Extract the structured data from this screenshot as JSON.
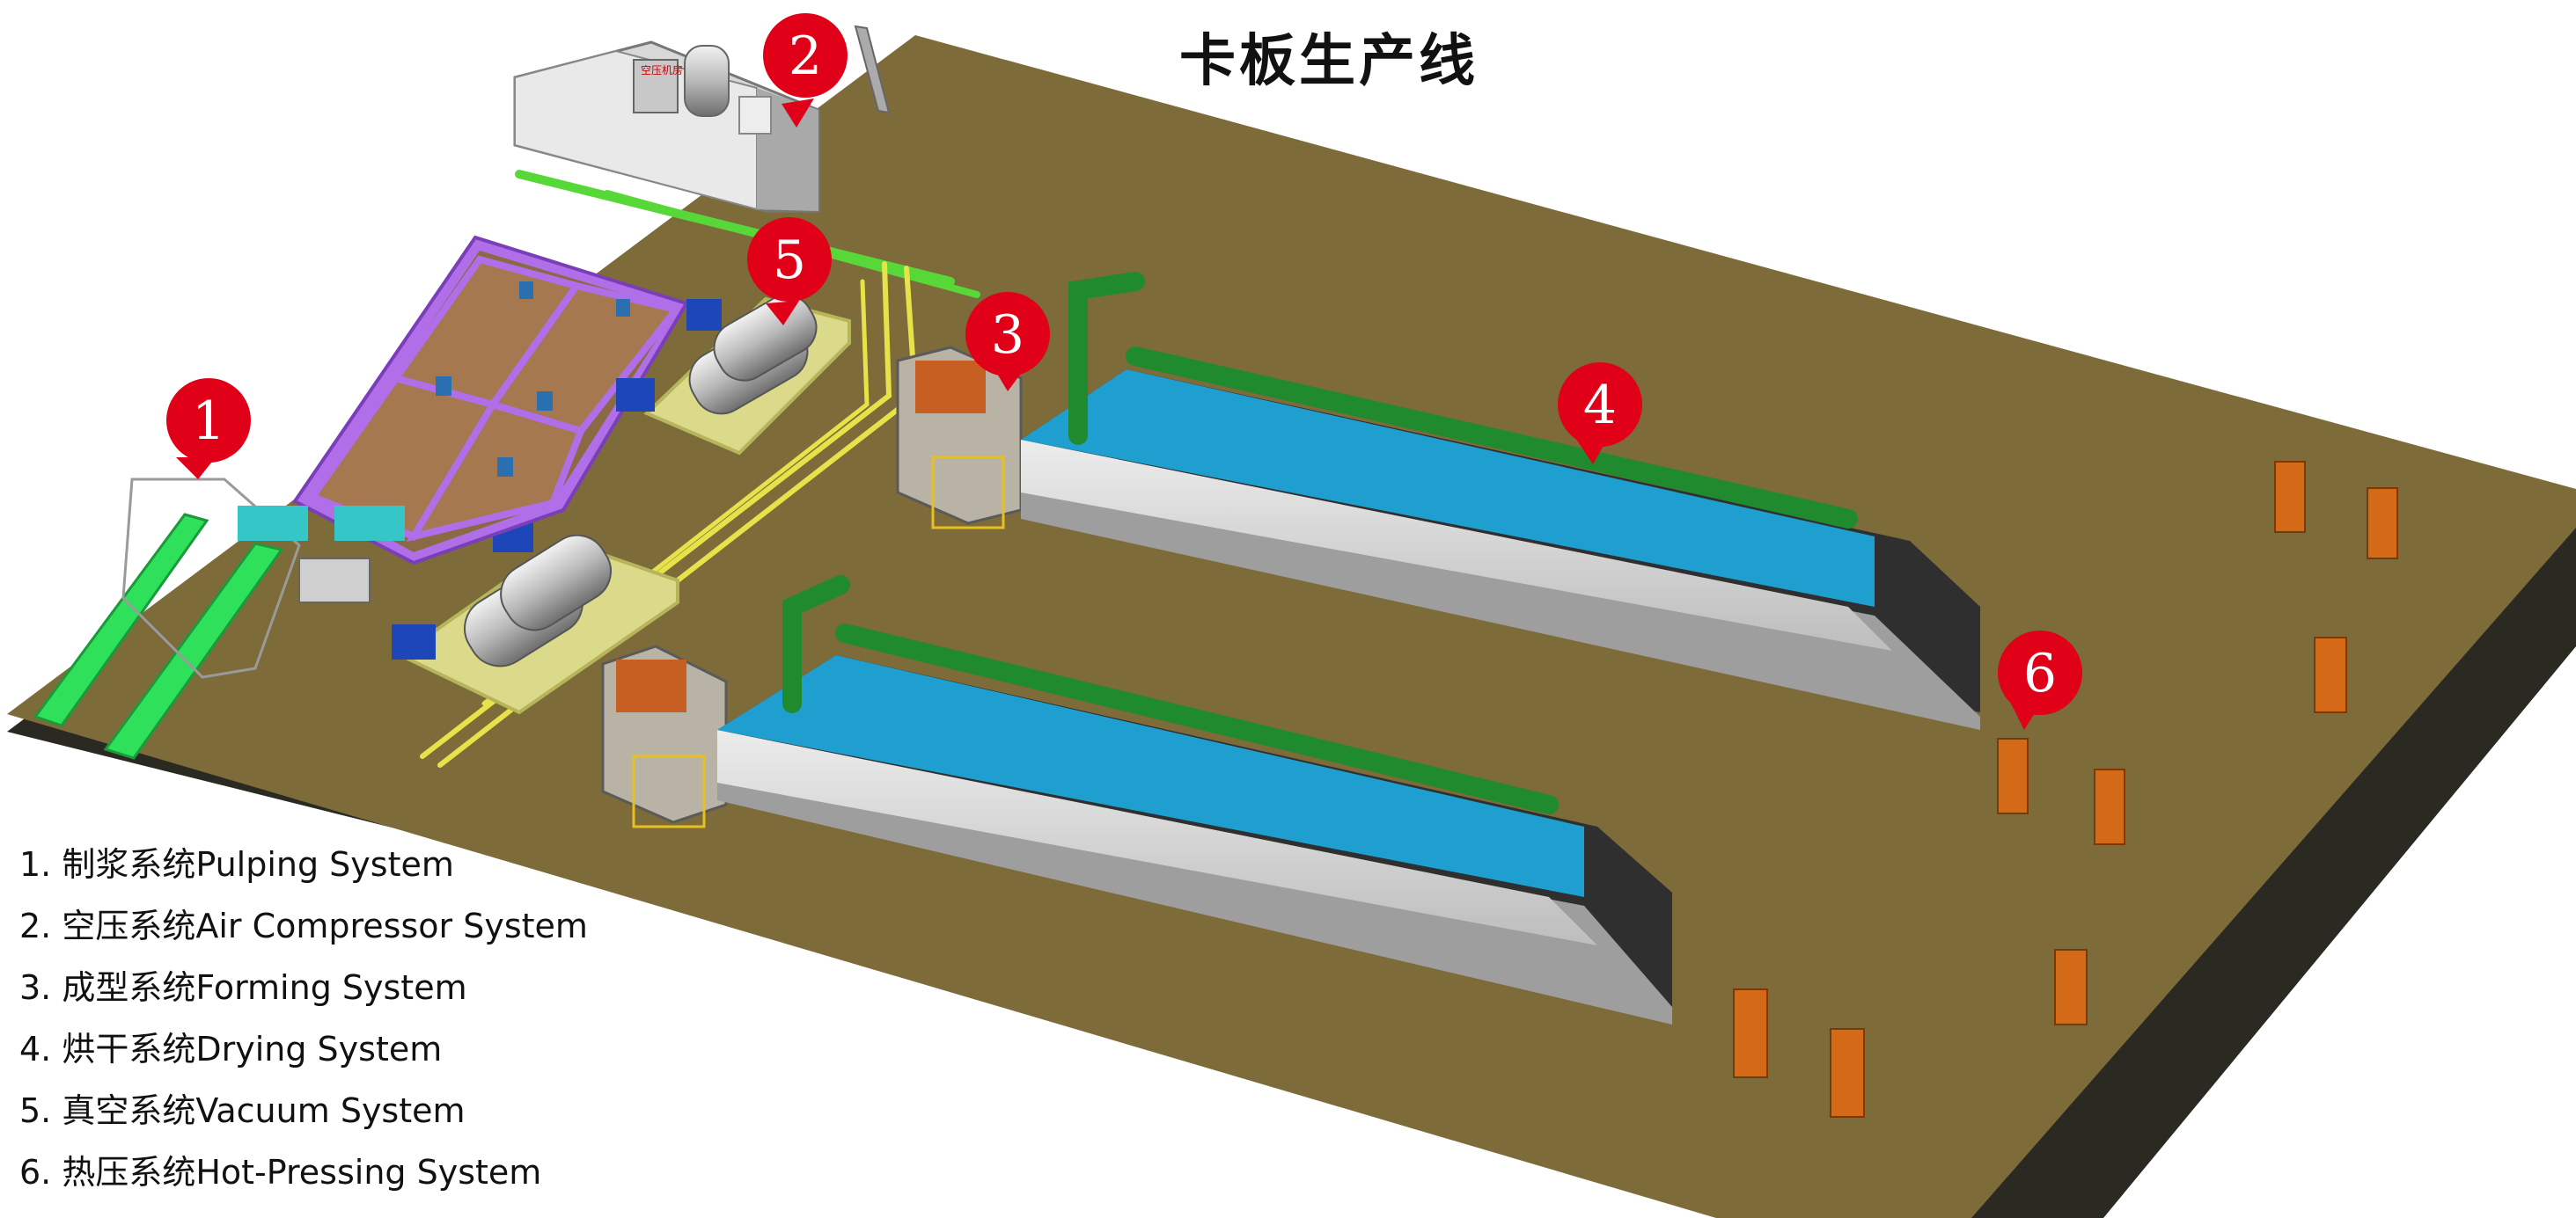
{
  "title": "卡板生产线",
  "legend": [
    "1. 制浆系统Pulping System",
    "2. 空压系统Air Compressor System",
    "3. 成型系统Forming System",
    "4. 烘干系统Drying System",
    "5. 真空系统Vacuum System",
    "6. 热压系统Hot-Pressing System"
  ],
  "markers": [
    "1",
    "2",
    "3",
    "4",
    "5",
    "6"
  ],
  "compressor_room_sign": "空压机房",
  "colors": {
    "floor": "#7d6b3a",
    "floor_edge": "#2b2a22",
    "marker": "#e00018",
    "pipe_green": "#1f8a2e",
    "dryer_body": "#d4d4d4",
    "dryer_blue": "#1e9fd0",
    "conveyor": "#2ee05a",
    "press": "#d46a18",
    "tank_purple": "#b06ee8",
    "pipe_yellow": "#e6e34a"
  }
}
